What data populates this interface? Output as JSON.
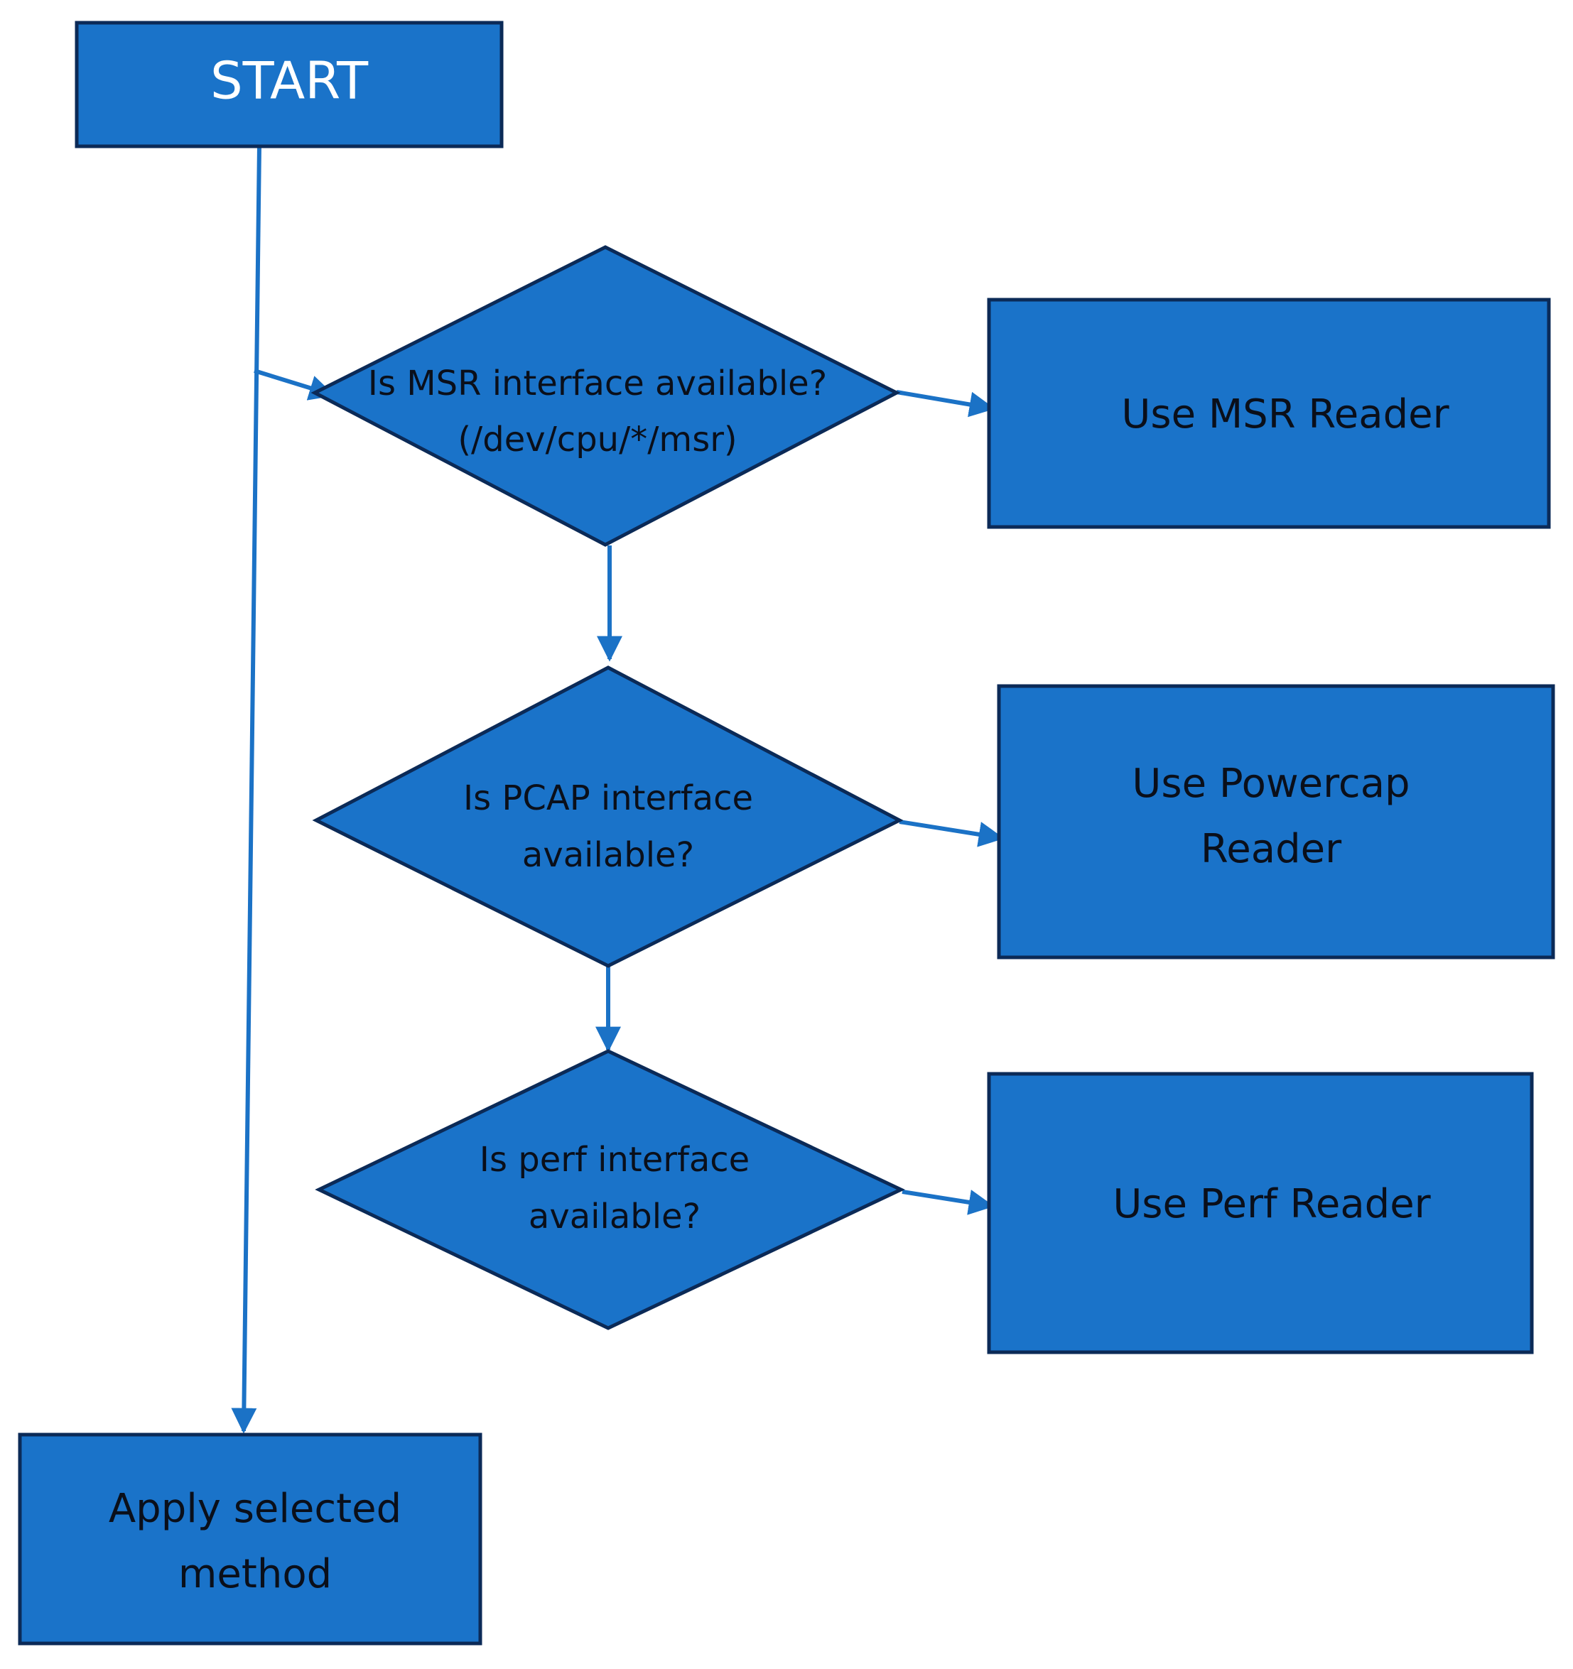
{
  "nodes": {
    "start": {
      "label": "START"
    },
    "q_msr": {
      "line1": "Is MSR interface available?",
      "line2": "(/dev/cpu/*/msr)"
    },
    "q_pcap": {
      "line1": "Is PCAP interface",
      "line2": "available?"
    },
    "q_perf": {
      "line1": "Is perf interface",
      "line2": "available?"
    },
    "use_msr": {
      "label": "Use MSR Reader"
    },
    "use_powercap": {
      "line1": "Use Powercap",
      "line2": "Reader"
    },
    "use_perf": {
      "label": "Use Perf Reader"
    },
    "apply": {
      "line1": "Apply selected",
      "line2": "method"
    }
  },
  "colors": {
    "fill": "#1a73c9",
    "border": "#0b2a57",
    "connector": "#1b72c6",
    "start_text": "#ffffff",
    "text": "#0a0f1a"
  }
}
